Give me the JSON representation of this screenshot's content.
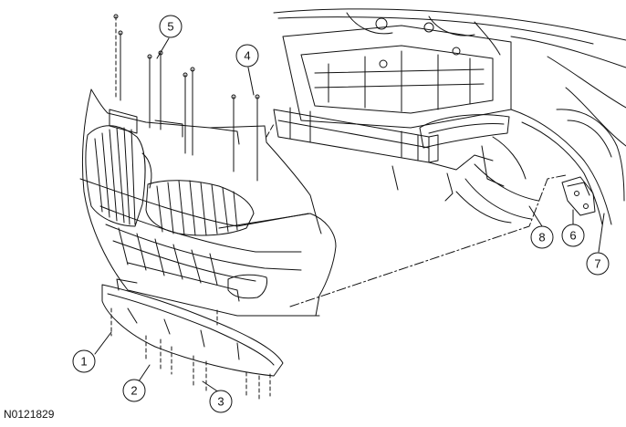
{
  "figure_id": "N0121829",
  "callouts": [
    {
      "label": "1"
    },
    {
      "label": "2"
    },
    {
      "label": "3"
    },
    {
      "label": "4"
    },
    {
      "label": "5"
    },
    {
      "label": "6"
    },
    {
      "label": "7"
    },
    {
      "label": "8"
    }
  ]
}
